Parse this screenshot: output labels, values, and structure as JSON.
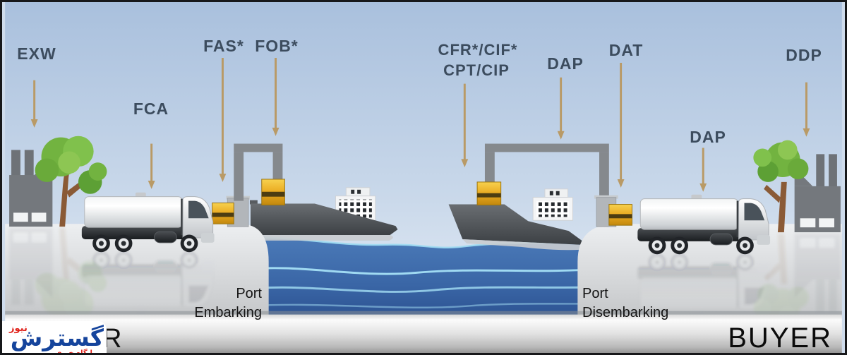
{
  "labels": {
    "exw": "EXW",
    "fca": "FCA",
    "fas": "FAS*",
    "fob": "FOB*",
    "cfr_cif": "CFR*/CIF*",
    "cpt_cip": "CPT/CIP",
    "dap_left": "DAP",
    "dat": "DAT",
    "dap_right": "DAP",
    "ddp": "DDP"
  },
  "annotations": {
    "port_embarking": {
      "line1": "Port",
      "line2": "Embarking"
    },
    "port_disembarking": {
      "line1": "Port",
      "line2": "Disembarking"
    },
    "buyer": "BUYER",
    "seller_partial": "R"
  },
  "watermark": {
    "main": "گسترش",
    "suffix": "نیوز",
    "tagline": "پایگاه خبری"
  },
  "palette": {
    "label_text": "#3c4c5e",
    "arrow": "#b99a66",
    "sky_top": "#a9c0dd",
    "sky_bottom": "#e9f0f7",
    "water": "#3a66a6",
    "wave_line": "#a5e0f5",
    "container_gold": "#e3a81e",
    "crane_gray": "#85898d",
    "ship_hull": "#4c5054",
    "ground": "#d4d6d8",
    "watermark_blue": "#15449c",
    "watermark_red": "#e0231c"
  }
}
